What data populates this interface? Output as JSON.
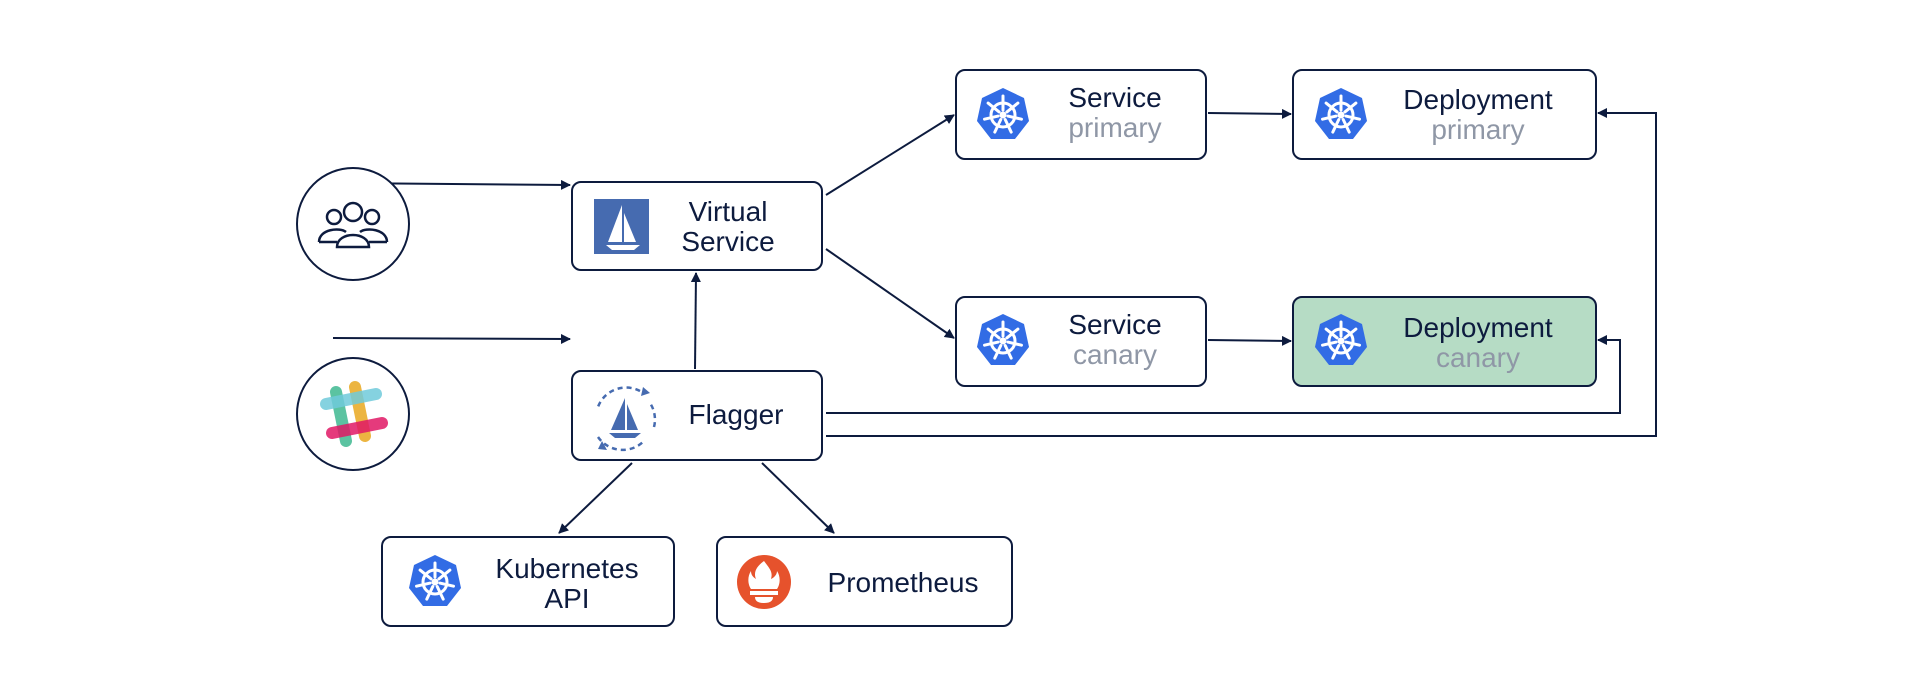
{
  "nodes": {
    "virtual_service": {
      "line1": "Virtual",
      "line2": "Service"
    },
    "flagger": {
      "label": "Flagger"
    },
    "service_primary": {
      "title": "Service",
      "sub": "primary"
    },
    "deployment_primary": {
      "title": "Deployment",
      "sub": "primary"
    },
    "service_canary": {
      "title": "Service",
      "sub": "canary"
    },
    "deployment_canary": {
      "title": "Deployment",
      "sub": "canary"
    },
    "kubernetes_api": {
      "line1": "Kubernetes",
      "line2": "API"
    },
    "prometheus": {
      "label": "Prometheus"
    }
  },
  "icons": {
    "users": "users-icon",
    "slack": "slack-icon",
    "istio": "istio-icon",
    "flagger": "flagger-icon",
    "kubernetes": "kubernetes-icon",
    "prometheus": "prometheus-icon"
  },
  "colors": {
    "ink": "#0d1b3e",
    "k8s_blue": "#326ce5",
    "istio_blue": "#466bb0",
    "canary_fill": "#b6dcc5",
    "prometheus_orange": "#e6522c",
    "muted": "#8f97a6"
  }
}
